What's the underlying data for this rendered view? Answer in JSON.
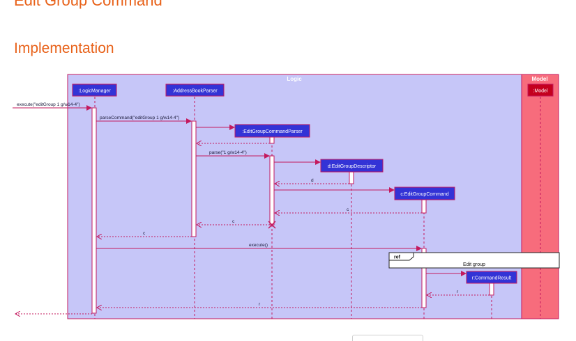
{
  "page": {
    "heading": "Edit Group Command",
    "subheading": "Implementation"
  },
  "diagram": {
    "logic_frame_label": "Logic",
    "model_frame_label": "Model",
    "participants": {
      "logic_manager": ":LogicManager",
      "address_book_parser": ":AddressBookParser",
      "edit_group_command_parser": ":EditGroupCommandParser",
      "edit_group_descriptor": "d:EditGroupDescriptor",
      "edit_group_command": "c:EditGroupCommand",
      "command_result": "r:CommandResult",
      "model": ":Model"
    },
    "messages": {
      "execute_input": "execute(\"editGroup 1 g/w14-4\")",
      "parse_command": "parseCommand(\"editGroup 1 g/w14-4\")",
      "parse": "parse(\"1 g/w14-4\")",
      "return_d": "d",
      "return_c_to_parser": "c",
      "return_c_to_abp": "c",
      "return_c_to_lm": "c",
      "execute": "execute()",
      "return_r_cmd": "r",
      "return_r_lm": "r"
    },
    "ref": {
      "tag": "ref",
      "label": "Edit group"
    },
    "colors": {
      "logic_bg": "#c6c6f8",
      "model_bg": "#f76c7c",
      "frame_border": "#c4195e",
      "participant_fill": "#3333d6",
      "model_participant_fill": "#c4001e",
      "arrow": "#c4195e",
      "heading": "#e8621a"
    }
  }
}
